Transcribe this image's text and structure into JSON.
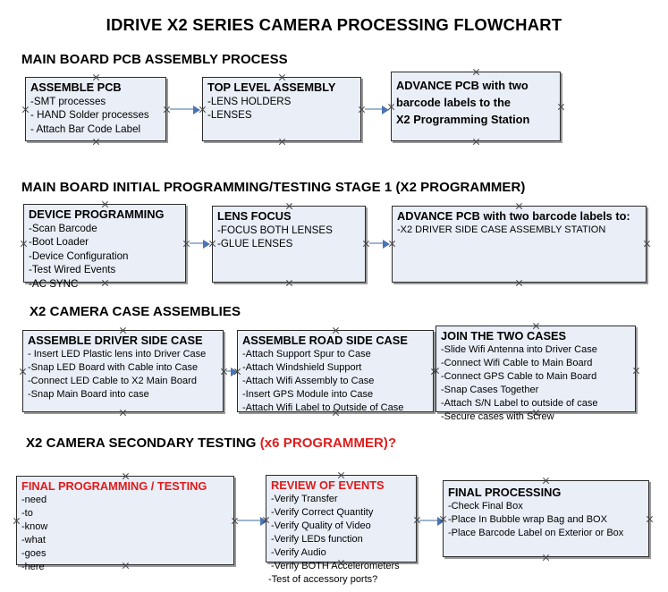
{
  "title": "IDRIVE X2  SERIES CAMERA PROCESSING FLOWCHART",
  "sections": [
    {
      "id": "s1",
      "header": "MAIN BOARD PCB ASSEMBLY PROCESS",
      "header_red": ""
    },
    {
      "id": "s2",
      "header": "MAIN BOARD INITIAL PROGRAMMING/TESTING STAGE 1 (X2 PROGRAMMER)",
      "header_red": ""
    },
    {
      "id": "s3",
      "header": "X2 CAMERA CASE ASSEMBLIES",
      "header_red": ""
    },
    {
      "id": "s4",
      "header": "X2 CAMERA SECONDARY TESTING ",
      "header_red": "(x6 PROGRAMMER)?"
    }
  ],
  "row1": {
    "box1": {
      "title": "ASSEMBLE PCB",
      "lines": [
        " -SMT processes",
        "- HAND Solder processes",
        "- Attach Bar Code Label"
      ]
    },
    "box2": {
      "title": "TOP LEVEL ASSEMBLY",
      "lines": [
        "-LENS HOLDERS",
        "-LENSES"
      ]
    },
    "box3": {
      "lines": [
        "ADVANCE PCB with two",
        "barcode labels to the",
        " X2 Programming Station"
      ]
    }
  },
  "row2": {
    "box1": {
      "title": "DEVICE PROGRAMMING",
      "lines": [
        "-Scan Barcode",
        "-Boot Loader",
        "-Device Configuration",
        "-Test Wired Events",
        "-AC SYNC"
      ]
    },
    "box2": {
      "title": "LENS FOCUS",
      "lines": [
        "-FOCUS BOTH LENSES",
        "-GLUE LENSES"
      ]
    },
    "box3": {
      "title": "ADVANCE PCB with two barcode labels to:",
      "lines": [
        "-X2 DRIVER  SIDE  CASE  ASSEMBLY STATION"
      ]
    }
  },
  "row3": {
    "box1": {
      "title": "ASSEMBLE DRIVER SIDE CASE",
      "lines": [
        "- Insert LED Plastic lens into Driver Case",
        "-Snap LED Board with Cable into Case",
        "-Connect LED Cable to X2 Main Board",
        "-Snap Main Board into case"
      ]
    },
    "box2": {
      "title": "ASSEMBLE ROAD SIDE CASE",
      "lines": [
        "-Attach Support Spur to Case",
        "-Attach Windshield Support",
        "-Attach Wifi Assembly to Case",
        "-Insert GPS Module into Case",
        "-Attach Wifi Label to Outside of Case"
      ]
    },
    "box3": {
      "title": "JOIN THE TWO CASES",
      "lines": [
        "-Slide Wifi Antenna into Driver Case",
        "-Connect Wifi Cable to Main Board",
        "-Connect GPS Cable to Main Board",
        "-Snap Cases Together",
        "-Attach S/N Label to outside of case",
        "-Secure cases with Screw"
      ]
    }
  },
  "row4": {
    "box1": {
      "title": "FINAL PROGRAMMING / TESTING",
      "lines": [
        "-need",
        "-to",
        "-know",
        "-what",
        "-goes",
        "-here"
      ]
    },
    "box2": {
      "title": "REVIEW OF EVENTS",
      "lines": [
        "-Verify Transfer",
        "-Verify Correct Quantity",
        "-Verify Quality of Video",
        "-Verify LEDs function",
        "-Verify Audio",
        "-Verify BOTH Accelerometers",
        "-Test of accessory ports?"
      ]
    },
    "box3": {
      "title": "FINAL PROCESSING",
      "lines": [
        " -Check Final Box",
        "-Place In Bubble wrap Bag and BOX",
        "-Place Barcode Label on Exterior or Box"
      ]
    }
  },
  "colors": {
    "box_fill": "#e9eef7",
    "box_border": "#2b2b2b",
    "connector": "#9fb6cf",
    "arrowhead": "#4a74b4",
    "red_text": "#e01b1b"
  }
}
